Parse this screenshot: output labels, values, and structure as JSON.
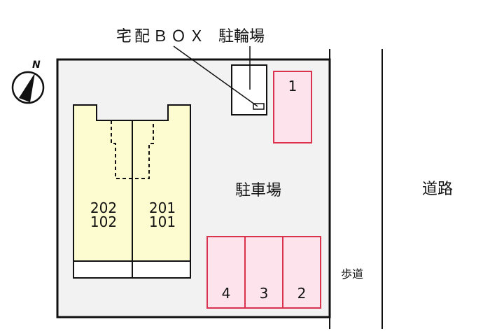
{
  "labels": {
    "delivery_box": "宅配ＢＯＸ",
    "bicycle_parking": "駐輪場",
    "parking_lot": "駐車場",
    "road": "道路",
    "sidewalk": "歩道",
    "compass_north": "N"
  },
  "units": [
    {
      "upper": "202",
      "lower": "102"
    },
    {
      "upper": "201",
      "lower": "101"
    }
  ],
  "parking_spaces": [
    "1",
    "4",
    "3",
    "2"
  ],
  "colors": {
    "lot": "#f2f2f2",
    "building": "#fdfbd0",
    "parking_fill": "#fde3ec",
    "parking_border": "#d9334d",
    "line": "#111111"
  }
}
